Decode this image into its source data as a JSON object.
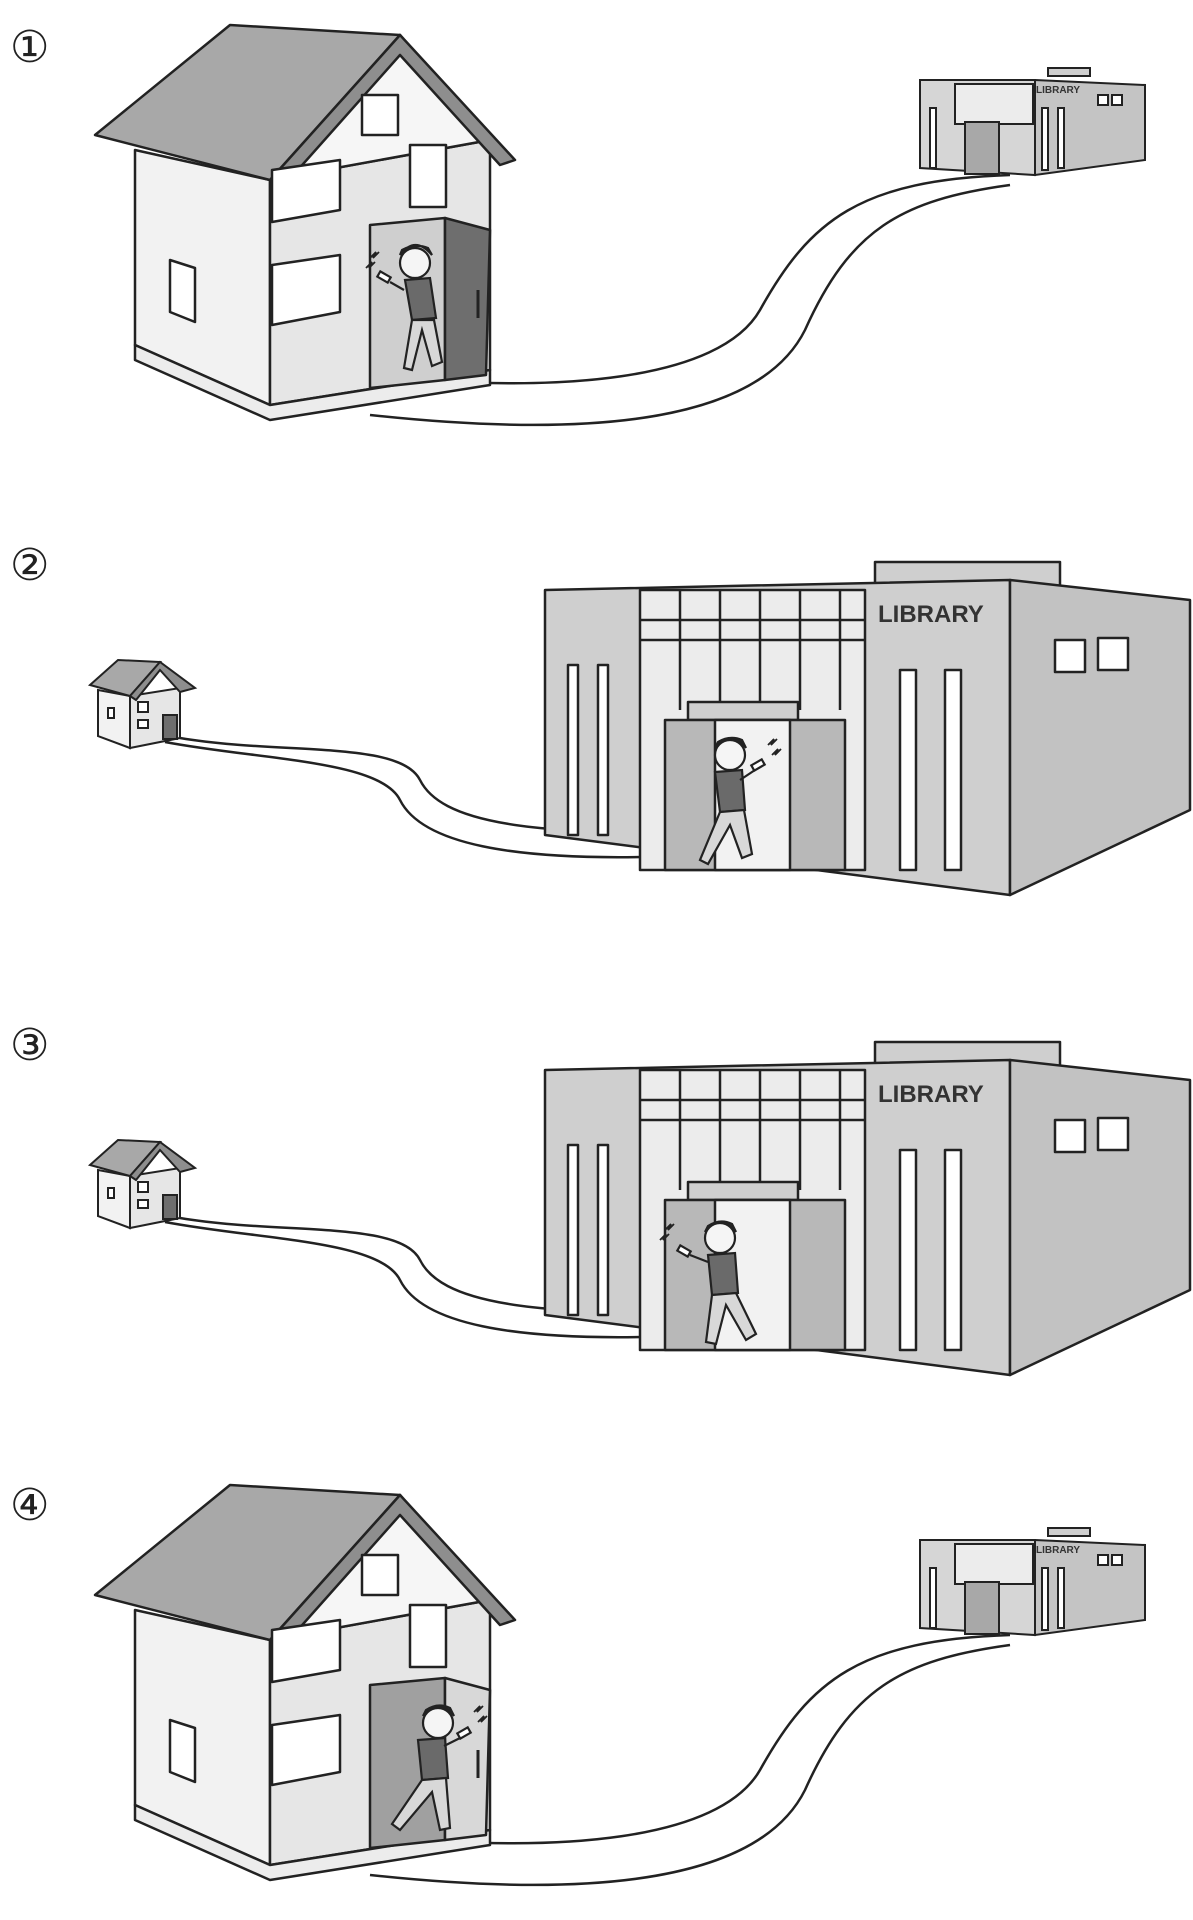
{
  "panels": [
    {
      "number": "①",
      "sign": "LIBRARY",
      "scene": "home-leaving"
    },
    {
      "number": "②",
      "sign": "LIBRARY",
      "scene": "library-arriving"
    },
    {
      "number": "③",
      "sign": "LIBRARY",
      "scene": "library-leaving"
    },
    {
      "number": "④",
      "sign": "LIBRARY",
      "scene": "home-arriving"
    }
  ],
  "colors": {
    "roof": "#a8a8a8",
    "wall": "#f2f2f2",
    "side": "#d8d8d8",
    "door": "#6e6e6e",
    "ink": "#222222",
    "building": "#cfcfcf"
  }
}
